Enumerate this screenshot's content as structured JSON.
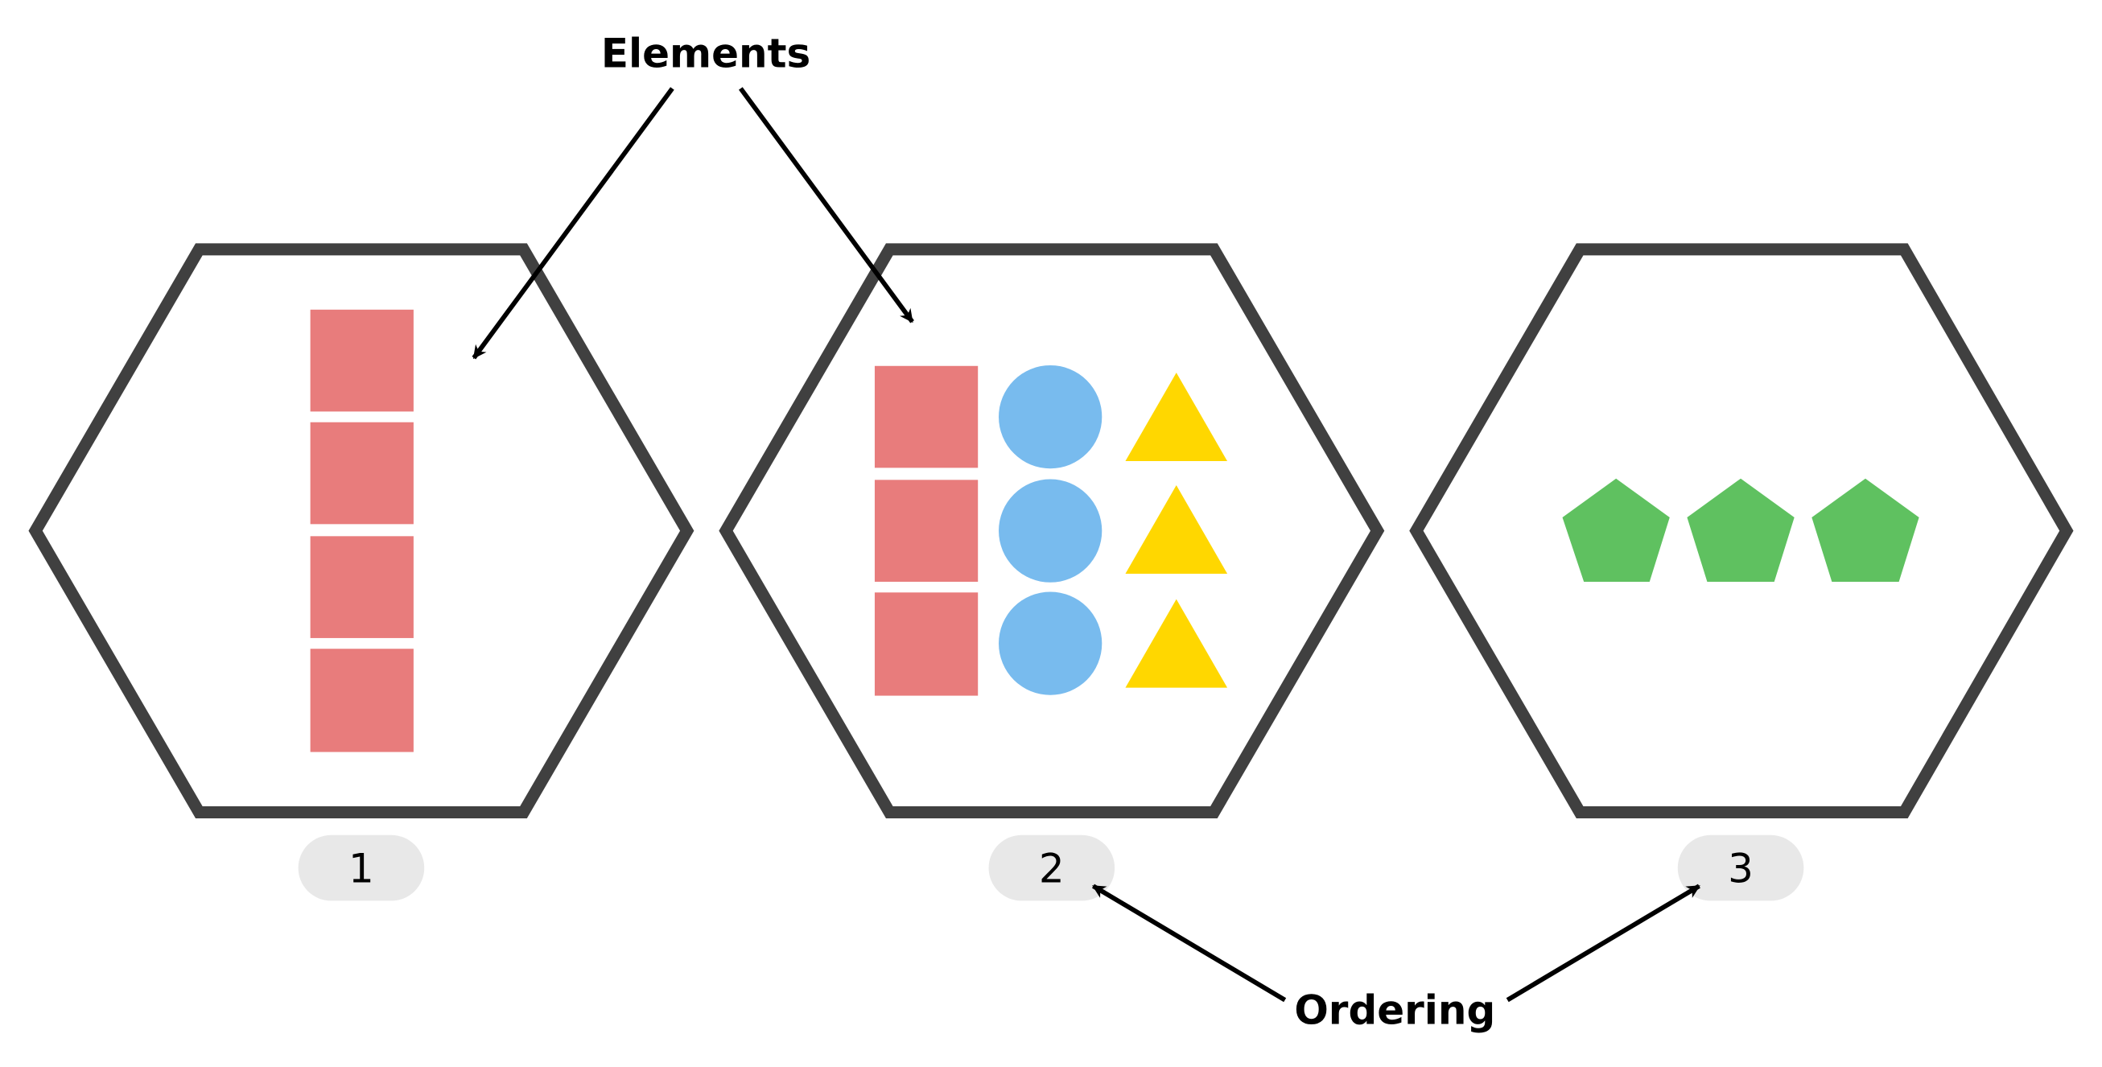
{
  "labels": {
    "elements": "Elements",
    "ordering": "Ordering"
  },
  "panels": [
    {
      "order_label": "1",
      "columns": [
        {
          "shape": "square",
          "count": 4
        }
      ]
    },
    {
      "order_label": "2",
      "columns": [
        {
          "shape": "square",
          "count": 3
        },
        {
          "shape": "circle",
          "count": 3
        },
        {
          "shape": "triangle",
          "count": 3
        }
      ]
    },
    {
      "order_label": "3",
      "columns": [
        {
          "shape": "pentagon",
          "count": 3
        }
      ]
    }
  ],
  "colors": {
    "hexagon_stroke": "#404040",
    "badge_fill": "#e8e8e8",
    "square": "#e87c7c",
    "circle": "#78bbee",
    "triangle": "#ffd700",
    "pentagon": "#5fc160",
    "arrow": "#000000"
  }
}
